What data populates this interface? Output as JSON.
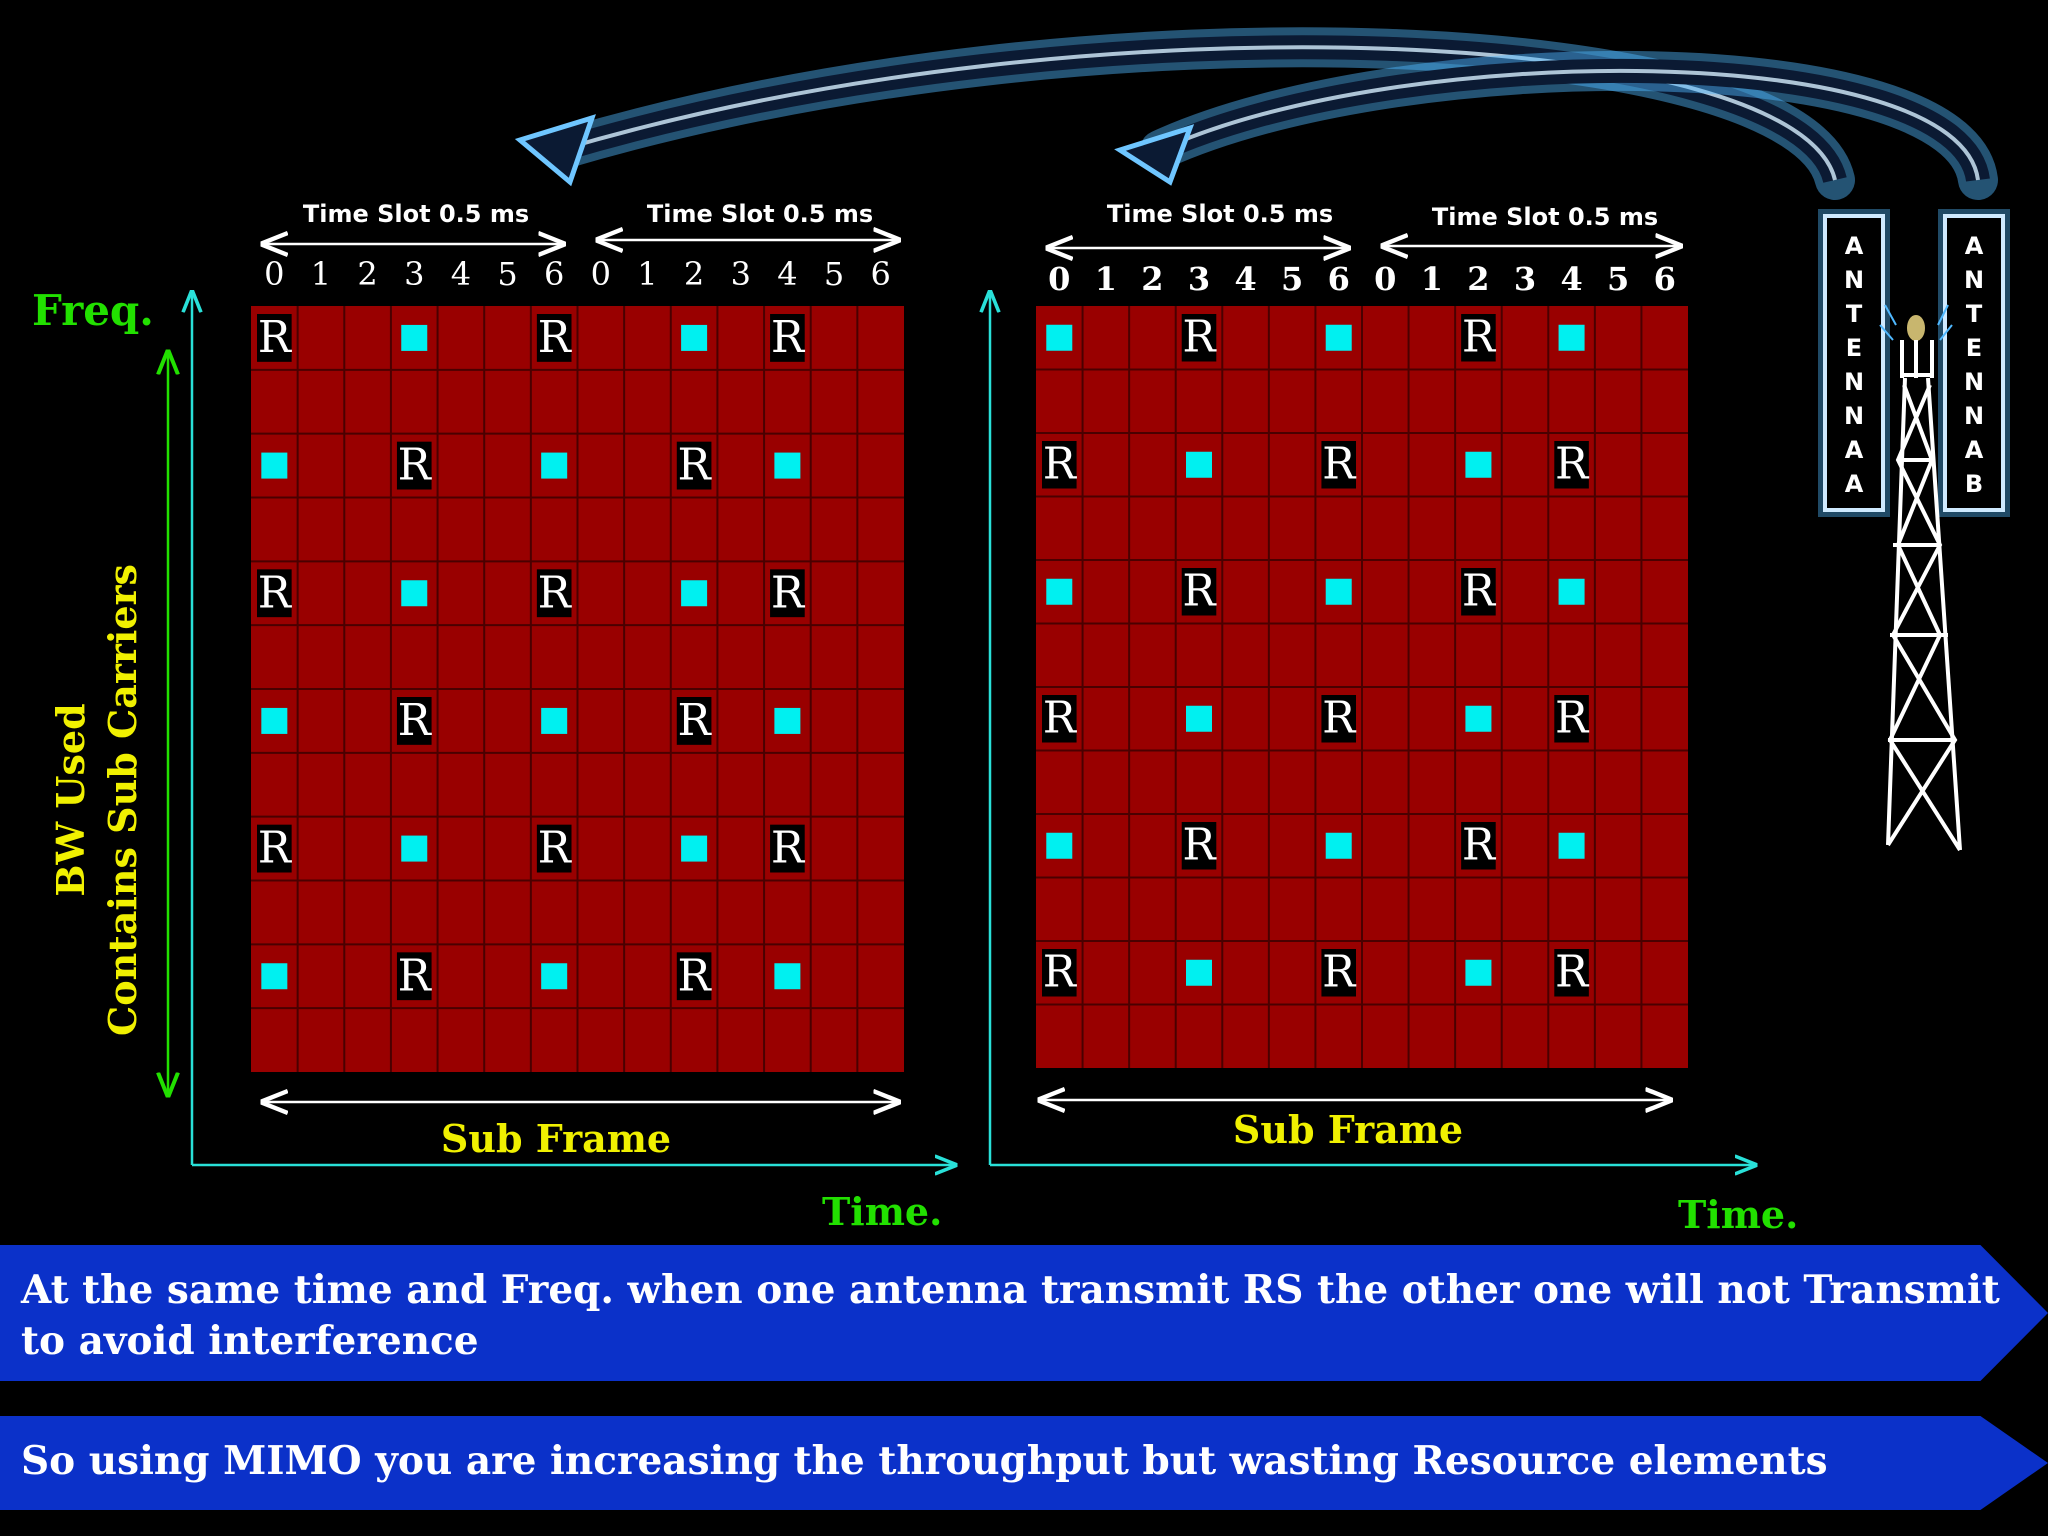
{
  "labels": {
    "freq": "Freq.",
    "bw_line1": "BW Used",
    "bw_line2": "Contains Sub Carriers",
    "time": "Time.",
    "time_slot": "Time Slot 0.5 ms",
    "sub_frame": "Sub Frame",
    "rs": "R",
    "symbol_indices": [
      "0",
      "1",
      "2",
      "3",
      "4",
      "5",
      "6",
      "0",
      "1",
      "2",
      "3",
      "4",
      "5",
      "6"
    ]
  },
  "antennas": {
    "a_letters": [
      "A",
      "N",
      "T",
      "E",
      "N",
      "N",
      "A",
      "A"
    ],
    "b_letters": [
      "A",
      "N",
      "T",
      "E",
      "N",
      "N",
      "A",
      "B"
    ]
  },
  "grid": {
    "rows": 12,
    "cols": 14
  },
  "grids": [
    {
      "name": "antenna-a-grid",
      "r": [
        [
          0,
          0
        ],
        [
          0,
          6
        ],
        [
          0,
          11
        ],
        [
          2,
          3
        ],
        [
          2,
          9
        ],
        [
          4,
          0
        ],
        [
          4,
          6
        ],
        [
          4,
          11
        ],
        [
          6,
          3
        ],
        [
          6,
          9
        ],
        [
          8,
          0
        ],
        [
          8,
          6
        ],
        [
          8,
          11
        ],
        [
          10,
          3
        ],
        [
          10,
          9
        ]
      ],
      "sq": [
        [
          0,
          3
        ],
        [
          0,
          9
        ],
        [
          2,
          0
        ],
        [
          2,
          6
        ],
        [
          2,
          11
        ],
        [
          4,
          3
        ],
        [
          4,
          9
        ],
        [
          6,
          0
        ],
        [
          6,
          6
        ],
        [
          6,
          11
        ],
        [
          8,
          3
        ],
        [
          8,
          9
        ],
        [
          10,
          0
        ],
        [
          10,
          6
        ],
        [
          10,
          11
        ]
      ]
    },
    {
      "name": "antenna-b-grid",
      "r": [
        [
          0,
          3
        ],
        [
          0,
          9
        ],
        [
          2,
          0
        ],
        [
          2,
          6
        ],
        [
          2,
          11
        ],
        [
          4,
          3
        ],
        [
          4,
          9
        ],
        [
          6,
          0
        ],
        [
          6,
          6
        ],
        [
          6,
          11
        ],
        [
          8,
          3
        ],
        [
          8,
          9
        ],
        [
          10,
          0
        ],
        [
          10,
          6
        ],
        [
          10,
          11
        ]
      ],
      "sq": [
        [
          0,
          0
        ],
        [
          0,
          6
        ],
        [
          0,
          11
        ],
        [
          2,
          3
        ],
        [
          2,
          9
        ],
        [
          4,
          0
        ],
        [
          4,
          6
        ],
        [
          4,
          11
        ],
        [
          6,
          3
        ],
        [
          6,
          9
        ],
        [
          8,
          0
        ],
        [
          8,
          6
        ],
        [
          8,
          11
        ],
        [
          10,
          3
        ],
        [
          10,
          9
        ]
      ]
    }
  ],
  "colors": {
    "background": "#000000",
    "grid_fill": "#990000",
    "grid_line": "#4a0000",
    "pilot": "#00f0f0",
    "axis": "#29e0d8",
    "freq_text": "#22e000",
    "bw_text": "#f0f000",
    "banner": "#0b31c9",
    "arrow_glow": "#4fb8ff"
  },
  "banners": {
    "line1": "At the same time  and Freq. when one antenna transmit RS the other one will not Transmit to avoid interference",
    "line2": "So using MIMO you are increasing the throughput but wasting Resource elements"
  }
}
